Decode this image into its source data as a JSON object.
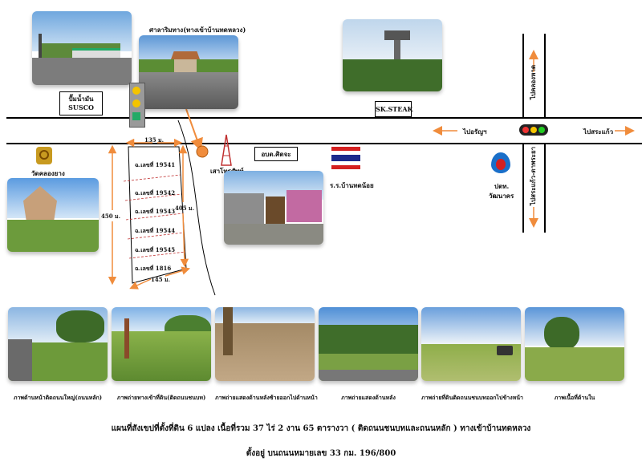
{
  "places": {
    "gas_station": "ปั๊มน้ำมัน",
    "gas_brand": "SUSCO",
    "bus_stop": "ศาลาริมทาง(ทางเข้าบ้านทดหลวง)",
    "steak": "SK.STEAK",
    "temple": "วัดคลองยาง",
    "pole": "เสาโทรศัพท์",
    "tambon_office": "อบต.ศิตจะ",
    "school": "ร.ร.บ้านทดน้อย",
    "ptt_line1": "ปตท.",
    "ptt_line2": "วัฒนาคร"
  },
  "directions": {
    "up": "ไปคลองหาด",
    "down": "ไปสระแก้ว-ตาพระยา",
    "left": "ไปอรัญฯ",
    "right": "ไปสระแก้ว"
  },
  "plots": [
    "ฉ.เลขที่ 19541",
    "ฉ.เลขที่ 19542",
    "ฉ.เลขที่ 19543",
    "ฉ.เลขที่ 19544",
    "ฉ.เลขที่ 19545",
    "ฉ.เลขที่ 1816"
  ],
  "dimensions": {
    "top": "135 ม.",
    "left": "450 ม.",
    "right": "405 ม.",
    "bottom": "145 ม."
  },
  "captions": [
    "ภาพด้านหน้าติดถนนใหญ่(ถนนหลัก)",
    "ภาพถ่ายทางเข้าที่ดิน(ติดถนนชนบท)",
    "ภาพถ่ายแสดงด้านหลังซ้ายออกไปด้านหน้า",
    "ภาพถ่ายแสดงด้านหลัง",
    "ภาพถ่ายที่ดินติดถนนชนบทออกไปข้างหน้า",
    "ภาพเนื้อที่ด้านใน"
  ],
  "footer": {
    "line1": "แผนที่สังเขปที่ตั้งที่ดิน 6 แปลง เนื้อที่รวม 37 ไร่ 2 งาน 65 ตารางวา ( ติดถนนชนบทและถนนหลัก ) ทางเข้าบ้านทดหลวง",
    "line2": "ตั้งอยู่ บนถนนหมายเลข 33 กม. 196/800"
  },
  "colors": {
    "arrow": "#f08c3c",
    "road": "#000000",
    "sky": "#9cc3ea",
    "grass": "#6e9a3c",
    "ptt_blue": "#1a6fc9",
    "ptt_red": "#d42020"
  }
}
